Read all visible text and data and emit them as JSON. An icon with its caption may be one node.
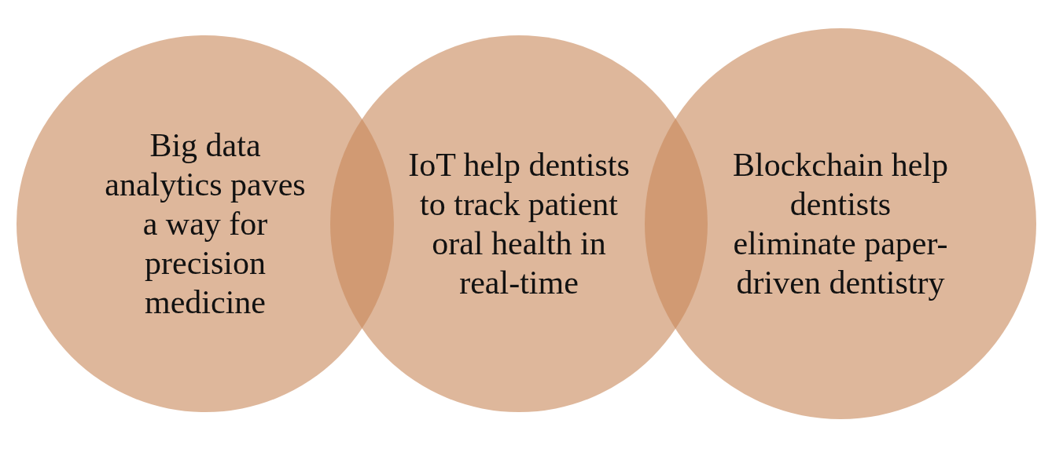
{
  "diagram": {
    "nodes": [
      {
        "text": [
          "Big data analytics paves a way for precision medicine"
        ]
      },
      {
        "text": [
          "IoT help dentists to track patient oral health in real-time"
        ]
      },
      {
        "text": [
          "Blockchain help dentists eliminate paper-driven dentistry"
        ]
      }
    ]
  }
}
